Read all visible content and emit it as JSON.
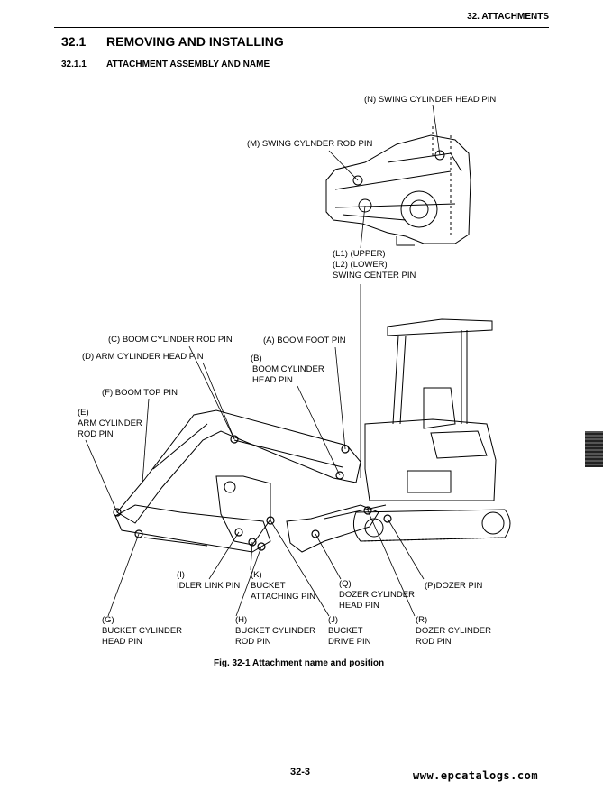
{
  "header": {
    "section": "32. ATTACHMENTS"
  },
  "heading1": {
    "number": "32.1",
    "title": "REMOVING AND INSTALLING"
  },
  "heading2": {
    "number": "32.1.1",
    "title": "ATTACHMENT ASSEMBLY AND NAME"
  },
  "labels": {
    "n": "(N) SWING CYLINDER HEAD PIN",
    "m": "(M) SWING CYLNDER ROD PIN",
    "l1": "(L1) (UPPER)",
    "l2": "(L2) (LOWER)",
    "l3": "SWING CENTER PIN",
    "c": "(C) BOOM CYLINDER ROD PIN",
    "a": "(A) BOOM FOOT  PIN",
    "d": "(D) ARM CYLINDER HEAD PIN",
    "b1": "(B)",
    "b2": "BOOM CYLINDER",
    "b3": "HEAD PIN",
    "f": "(F) BOOM TOP PIN",
    "e1": "(E)",
    "e2": "ARM CYLINDER",
    "e3": "ROD PIN",
    "i1": "(I)",
    "i2": "IDLER LINK PIN",
    "k1": "(K)",
    "k2": "BUCKET",
    "k3": "ATTACHING PIN",
    "q1": "(Q)",
    "q2": "DOZER CYLINDER",
    "q3": "HEAD PIN",
    "p": "(P)DOZER PIN",
    "g1": "(G)",
    "g2": "BUCKET CYLINDER",
    "g3": "HEAD PIN",
    "h1": "(H)",
    "h2": "BUCKET CYLINDER",
    "h3": "ROD PIN",
    "j1": "(J)",
    "j2": "BUCKET",
    "j3": "DRIVE PIN",
    "r1": "(R)",
    "r2": "DOZER CYLINDER",
    "r3": "ROD PIN"
  },
  "caption": "Fig. 32-1 Attachment name and position",
  "footer": {
    "page": "32-3",
    "watermark": "www.epcatalogs.com"
  }
}
